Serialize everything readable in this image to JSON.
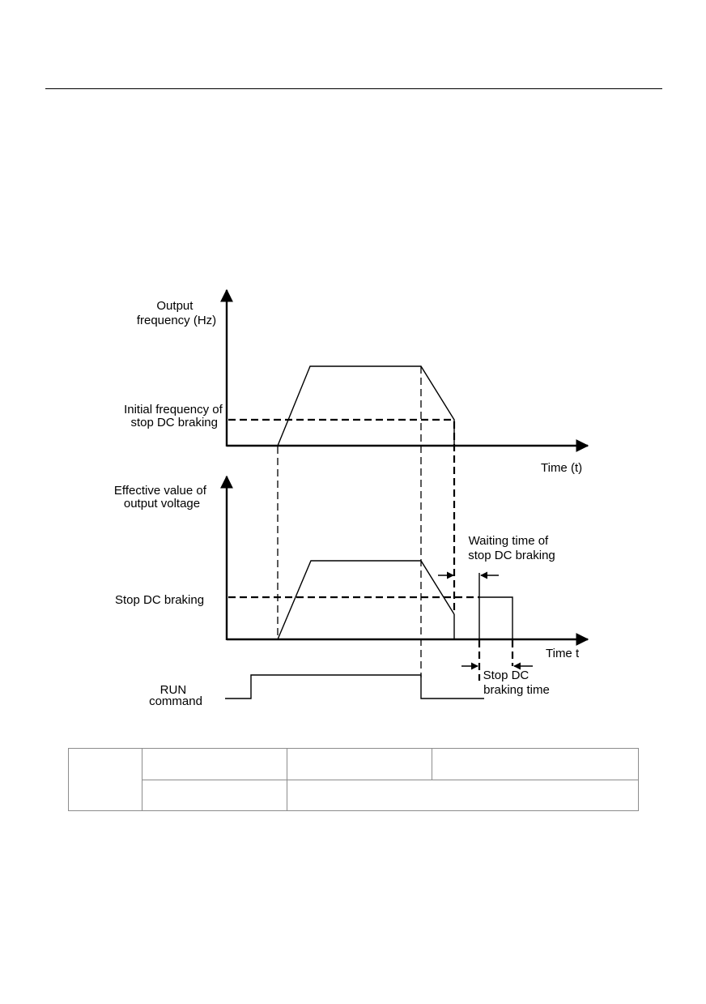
{
  "diagram": {
    "freq_axis_label": [
      "Output",
      "frequency (Hz)"
    ],
    "time_axis_top_label": "Time (t)",
    "initial_freq_label": [
      "Initial frequency of",
      "stop DC braking"
    ],
    "voltage_axis_label": [
      "Effective value of",
      "output voltage"
    ],
    "time_axis_bottom_label": "Time t",
    "waiting_time_label": [
      "Waiting time of",
      "stop DC braking"
    ],
    "stop_dc_label": "Stop DC braking",
    "run_command_label": [
      "RUN",
      "command"
    ],
    "braking_time_label": [
      "Stop DC",
      "braking time"
    ]
  },
  "table": {
    "row1": [
      "",
      "",
      "",
      ""
    ],
    "row2": [
      "",
      ""
    ]
  }
}
